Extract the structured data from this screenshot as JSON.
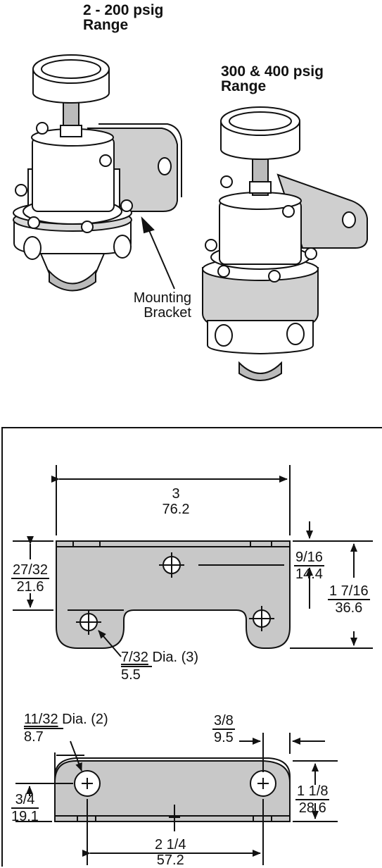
{
  "product_views": {
    "left_title_line1": "2 - 200 psig",
    "left_title_line2": "Range",
    "right_title_line1": "300 & 400 psig",
    "right_title_line2": "Range",
    "callout_line1": "Mounting",
    "callout_line2": "Bracket"
  },
  "drawing": {
    "dims": {
      "overall_width": {
        "num": "3",
        "den": "76.2"
      },
      "left_height": {
        "num": "27/32",
        "den": "21.6"
      },
      "center_hole_offset": {
        "num": "9/16",
        "den": "14.4"
      },
      "overall_height": {
        "num": "1 7/16",
        "den": "36.6"
      },
      "small_hole": {
        "num": "7/32",
        "den": "5.5",
        "suffix": " Dia. (3)"
      },
      "large_hole": {
        "num": "11/32",
        "den": "8.7",
        "suffix": " Dia. (2)"
      },
      "edge_offset": {
        "num": "3/8",
        "den": "9.5"
      },
      "bottom_height": {
        "num": "1 1/8",
        "den": "28.6"
      },
      "hole_height": {
        "num": "3/4",
        "den": "19.1"
      },
      "hole_spacing": {
        "num": "2 1/4",
        "den": "57.2"
      }
    }
  }
}
